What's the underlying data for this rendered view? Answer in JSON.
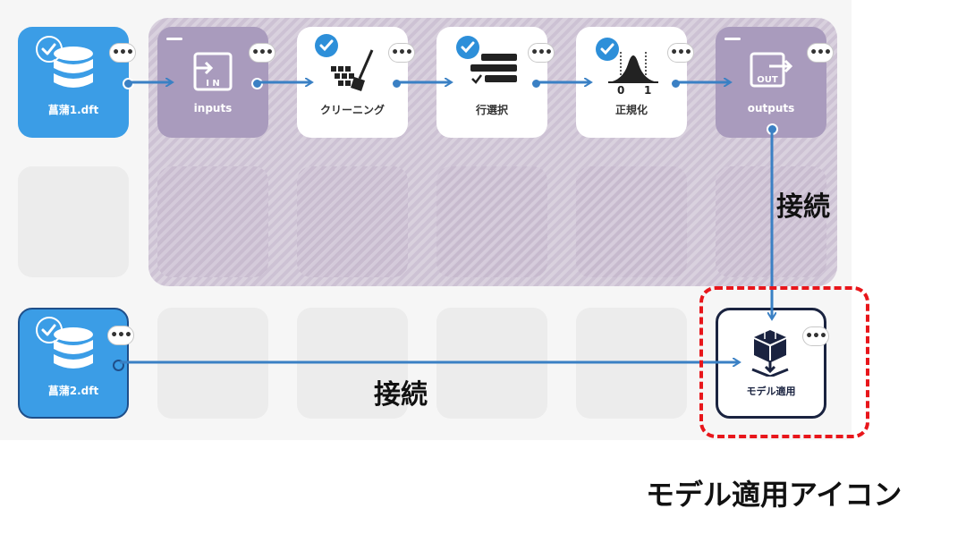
{
  "nodes": {
    "source1": {
      "label": "菖蒲1.dft"
    },
    "inputs": {
      "label": "inputs"
    },
    "cleaning": {
      "label": "クリーニング"
    },
    "row_select": {
      "label": "行選択"
    },
    "normalize": {
      "label": "正規化",
      "scale_low": "0",
      "scale_high": "1"
    },
    "outputs": {
      "label": "outputs"
    },
    "source2": {
      "label": "菖蒲2.dft"
    },
    "model_apply": {
      "label": "モデル適用"
    }
  },
  "icons": {
    "inputs_box_text": "I N",
    "outputs_box_text": "OUT"
  },
  "annotations": {
    "connect_vertical": "接続",
    "connect_horizontal": "接続",
    "model_icon_caption": "モデル適用アイコン"
  },
  "colors": {
    "source_node": "#3b9de6",
    "group_node": "#a99bbd",
    "connector": "#3a80c4",
    "highlight": "#e8161b"
  }
}
